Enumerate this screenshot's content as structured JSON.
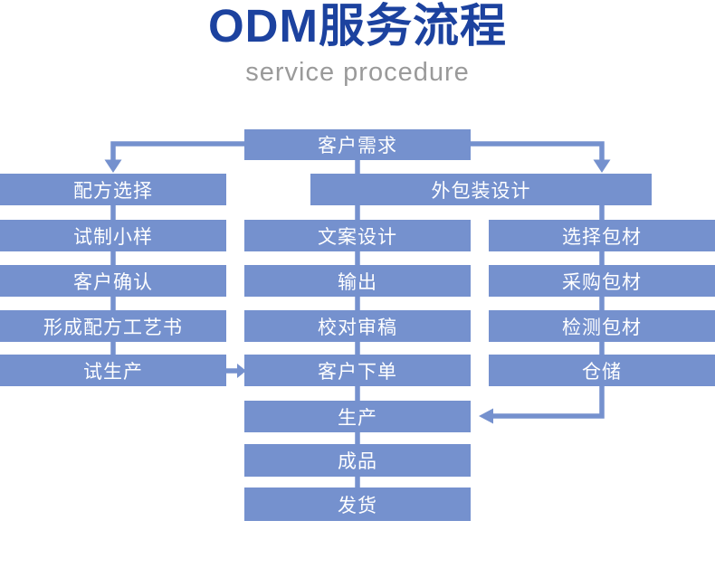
{
  "header": {
    "title": "ODM服务流程",
    "subtitle": "service procedure"
  },
  "colors": {
    "box_blue": "#7591ce",
    "title_blue": "#1c429f",
    "subtitle_gray": "#9a9a9a",
    "node_text": "#ffffff"
  },
  "flowchart": {
    "nodes": {
      "customer_demand": "客户需求",
      "formula_selection": "配方选择",
      "trial_sample": "试制小样",
      "customer_confirm": "客户确认",
      "formula_process_book": "形成配方工艺书",
      "trial_production": "试生产",
      "packaging_design": "外包装设计",
      "copy_design": "文案设计",
      "output": "输出",
      "proofreading": "校对审稿",
      "customer_order": "客户下单",
      "select_packaging": "选择包材",
      "purchase_packaging": "采购包材",
      "inspect_packaging": "检测包材",
      "warehousing": "仓储",
      "production": "生产",
      "finished_product": "成品",
      "shipping": "发货"
    }
  }
}
